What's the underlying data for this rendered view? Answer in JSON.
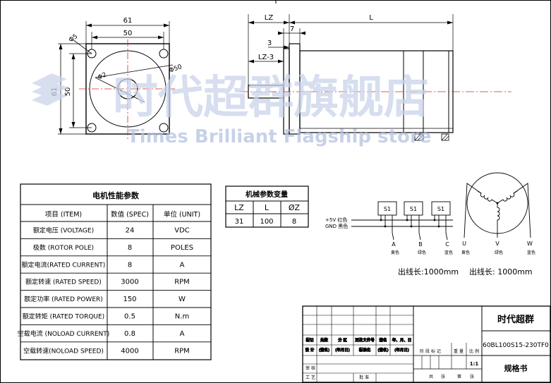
{
  "watermark": {
    "cn": "时代超群旗舰店",
    "en": "Times Brilliant Flagship store",
    "color_fill": "#c9d4ea",
    "color_text": "#b5c3e0"
  },
  "front_view": {
    "dim_width_outer": "61",
    "dim_width_inner": "50",
    "dim_height_outer": "61",
    "dim_height_inner": "50",
    "dim_hole": "Φ5",
    "dim_shaft": "Φ2",
    "dim_circle": "Φ50"
  },
  "side_view": {
    "dim_lz": "LZ",
    "dim_l": "L",
    "dim_7": "7",
    "dim_3": "3",
    "dim_lz3": "LZ-3"
  },
  "specs_table": {
    "title": "电机性能参数",
    "headers": [
      "项目 (ITEM)",
      "数值 (SPEC)",
      "单位 (UNIT)"
    ],
    "rows": [
      [
        "额定电压 (VOLTAGE)",
        "24",
        "VDC"
      ],
      [
        "极数 (ROTOR POLE)",
        "8",
        "POLES"
      ],
      [
        "额定电流(RATED CURRENT)",
        "8",
        "A"
      ],
      [
        "额定转速 (RATED SPEED)",
        "3000",
        "RPM"
      ],
      [
        "额定功率 (RATED POWER)",
        "150",
        "W"
      ],
      [
        "额定转矩 (RATED TORQUE)",
        "0.5",
        "N.m"
      ],
      [
        "空载电流 (NOLOAD CURRENT)",
        "0.8",
        "A"
      ],
      [
        "空载转速(NOLOAD SPEED)",
        "4000",
        "RPM"
      ]
    ]
  },
  "mech_table": {
    "title": "机械参数变量",
    "headers": [
      "LZ",
      "L",
      "ØZ"
    ],
    "values": [
      "31",
      "100",
      "8"
    ]
  },
  "hall_wiring": {
    "sensor_label": "S1",
    "vcc_label": "+5V 红色",
    "gnd_label": "GND 黑色",
    "outputs": [
      {
        "name": "A",
        "color": "黄色"
      },
      {
        "name": "B",
        "color": "绿色"
      },
      {
        "name": "C",
        "color": "蓝色"
      }
    ],
    "lead_length": "出线长:1000mm"
  },
  "motor_wiring": {
    "phases": [
      {
        "name": "U",
        "color": "黄色"
      },
      {
        "name": "V",
        "color": "绿色"
      },
      {
        "name": "W",
        "color": "蓝色"
      }
    ],
    "lead_length": "出线长: 1000mm"
  },
  "title_block": {
    "company": "时代超群",
    "model": "60BL100S15-230TF0",
    "doc_name": "规格书",
    "scale": "1:1",
    "row_labels": [
      "标记",
      "处数",
      "分 区",
      "更改文件号",
      "签名",
      "年、月、日"
    ],
    "row_labels2": [
      "设 计",
      "(签名)",
      "(年月日)",
      "标准化",
      "(签名)",
      "(年月日)"
    ],
    "stage_labels": [
      "阶 段 标 记",
      "重 量",
      "比 例"
    ],
    "review_label": "审 核",
    "process_label": "工 艺",
    "approve_label": "批 准",
    "sheet_labels": [
      "共",
      "张",
      "第",
      "张"
    ]
  }
}
